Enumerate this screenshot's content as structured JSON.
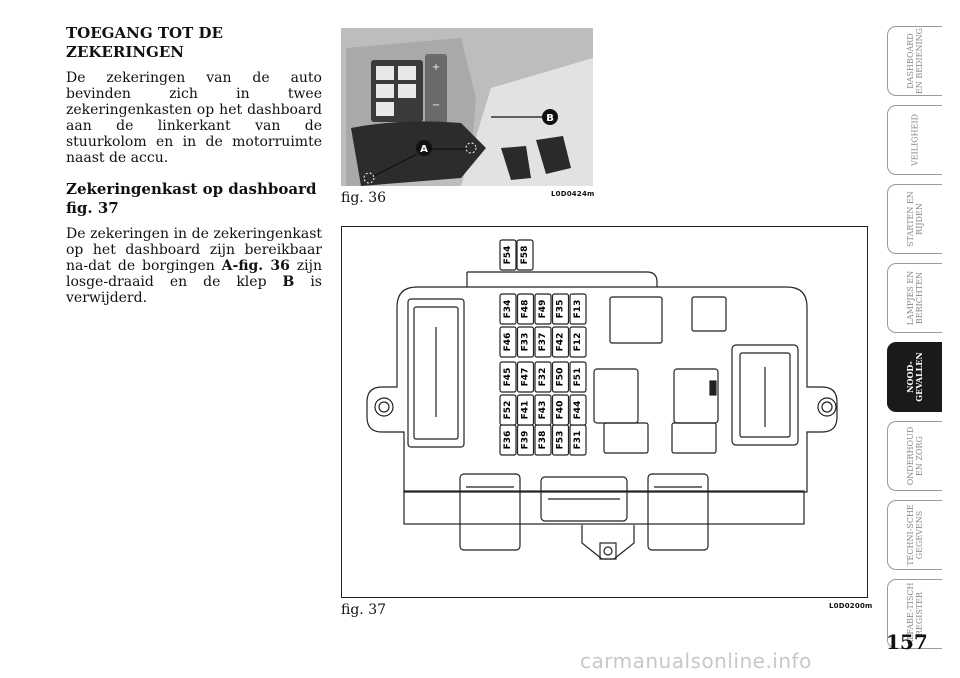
{
  "text": {
    "section_title": "TOEGANG TOT DE ZEKERINGEN",
    "intro": "De zekeringen van de auto bevinden zich in twee zekeringenkasten op het dashboard aan de linkerkant van de stuurkolom en in de motorruimte naast de accu.",
    "subhead": "Zekeringenkast op dashboard fig. 37",
    "body_pre": "De zekeringen in de zekeringenkast op het dashboard zijn bereikbaar na-dat de borgingen ",
    "body_ref": "A-fig. 36",
    "body_mid": " zijn losge-draaid en de klep ",
    "body_b": "B",
    "body_post": " is verwijderd."
  },
  "fig36": {
    "label": "fig. 36",
    "code": "L0D0424m",
    "marker_a": "A",
    "marker_b": "B"
  },
  "fig37": {
    "label": "fig. 37",
    "code": "L0D0200m"
  },
  "fuses": {
    "top_pair": [
      "F54",
      "F58"
    ],
    "columns": [
      [
        "F36",
        "F52",
        "F45",
        "F46",
        "F34"
      ],
      [
        "F39",
        "F41",
        "F47",
        "F33",
        "F48"
      ],
      [
        "F38",
        "F43",
        "F32",
        "F37",
        "F49"
      ],
      [
        "F53",
        "F40",
        "F50",
        "F42",
        "F35"
      ],
      [
        "F31",
        "F44",
        "F51",
        "F12",
        "F13"
      ]
    ]
  },
  "tabs": [
    {
      "label": "DASHBOARD EN BEDIENING",
      "active": false
    },
    {
      "label": "VEILIGHEID",
      "active": false
    },
    {
      "label": "STARTEN EN RIJDEN",
      "active": false
    },
    {
      "label": "LAMPJES EN BERICHTEN",
      "active": false
    },
    {
      "label": "NOOD-GEVALLEN",
      "active": true
    },
    {
      "label": "ONDERHOUD EN ZORG",
      "active": false
    },
    {
      "label": "TECHNI-SCHE GEGEVENS",
      "active": false
    },
    {
      "label": "ALFABE-TISCH REGISTER",
      "active": false
    }
  ],
  "page_number": "157",
  "watermark": "carmanualsonline.info"
}
